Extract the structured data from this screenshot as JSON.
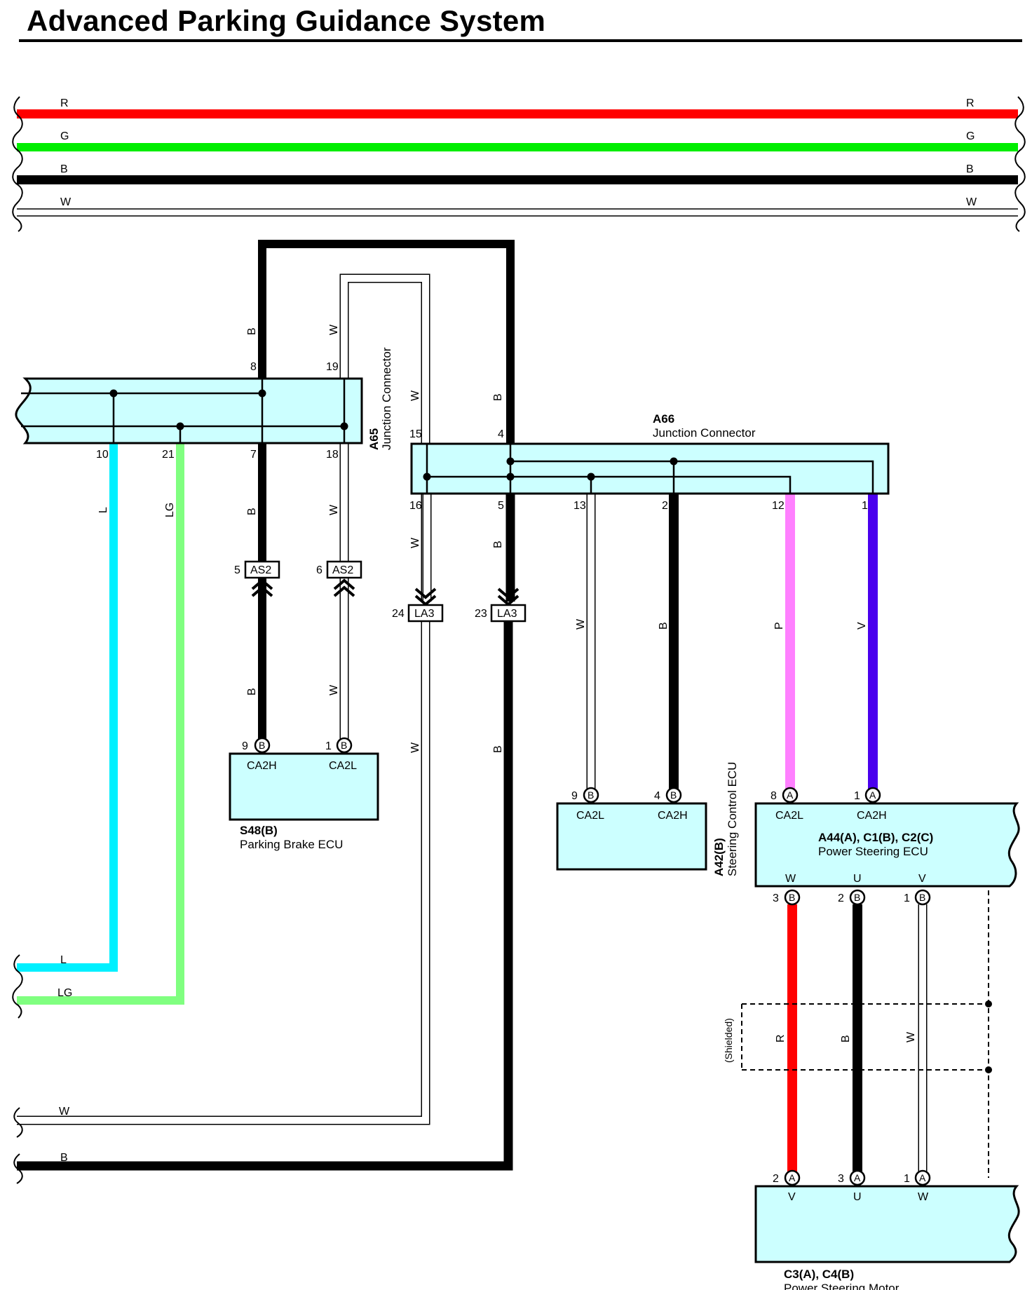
{
  "title": "Advanced Parking Guidance System",
  "colors": {
    "R": "#ff0000",
    "G": "#00ee00",
    "B": "#000000",
    "W": "#ffffff",
    "L": "#00f0ff",
    "LG": "#80ff80",
    "P": "#ff80ff",
    "V": "#4a00ee",
    "box_fill": "#ccffff"
  },
  "bus": {
    "labels": [
      "R",
      "G",
      "B",
      "W"
    ]
  },
  "connectors": {
    "a65": {
      "id": "A65",
      "name": "Junction Connector",
      "pins_top": [
        "8",
        "19"
      ],
      "pins_bottom": [
        "10",
        "21",
        "7",
        "18"
      ]
    },
    "a66": {
      "id": "A66",
      "name": "Junction Connector",
      "pins_top": [
        "15",
        "4"
      ],
      "pins_bottom": [
        "16",
        "5",
        "13",
        "2",
        "12",
        "1"
      ]
    },
    "as2_left": {
      "code": "AS2",
      "pin": "5"
    },
    "as2_right": {
      "code": "AS2",
      "pin": "6"
    },
    "la3_left": {
      "code": "LA3",
      "pin": "24"
    },
    "la3_right": {
      "code": "LA3",
      "pin": "23"
    }
  },
  "components": {
    "s48": {
      "id": "S48(B)",
      "name": "Parking Brake ECU",
      "signals": [
        "CA2H",
        "CA2L"
      ],
      "pins": [
        "9",
        "1"
      ],
      "letters": [
        "B",
        "B"
      ]
    },
    "a42": {
      "id": "A42(B)",
      "name": "Steering Control ECU",
      "signals": [
        "CA2L",
        "CA2H"
      ],
      "pins": [
        "9",
        "4"
      ],
      "letters": [
        "B",
        "B"
      ]
    },
    "a44": {
      "id": "A44(A), C1(B), C2(C)",
      "name": "Power Steering ECU",
      "signals_top": [
        "CA2L",
        "CA2H"
      ],
      "pins_top": [
        "8",
        "1"
      ],
      "letters_top": [
        "A",
        "A"
      ],
      "signals_bottom": [
        "W",
        "U",
        "V"
      ],
      "pins_bottom": [
        "3",
        "2",
        "1"
      ],
      "letters_bottom": [
        "B",
        "B",
        "B"
      ]
    },
    "c3": {
      "id": "C3(A), C4(B)",
      "name": "Power Steering Motor",
      "signals": [
        "V",
        "U",
        "W"
      ],
      "pins": [
        "2",
        "3",
        "1"
      ],
      "letters": [
        "A",
        "A",
        "A"
      ]
    }
  },
  "wire_labels": {
    "a65_top": [
      "B",
      "W"
    ],
    "a65_bottom": [
      "L",
      "LG",
      "B",
      "W",
      "B",
      "W"
    ],
    "left_edge": [
      "L",
      "LG",
      "W",
      "B"
    ],
    "a66_top": [
      "W",
      "B"
    ],
    "a66_down": [
      "W",
      "B",
      "W",
      "B"
    ],
    "a66_right": [
      "W",
      "B",
      "P",
      "V"
    ],
    "motor": [
      "R",
      "B",
      "W"
    ],
    "shield": "(Shielded)"
  }
}
